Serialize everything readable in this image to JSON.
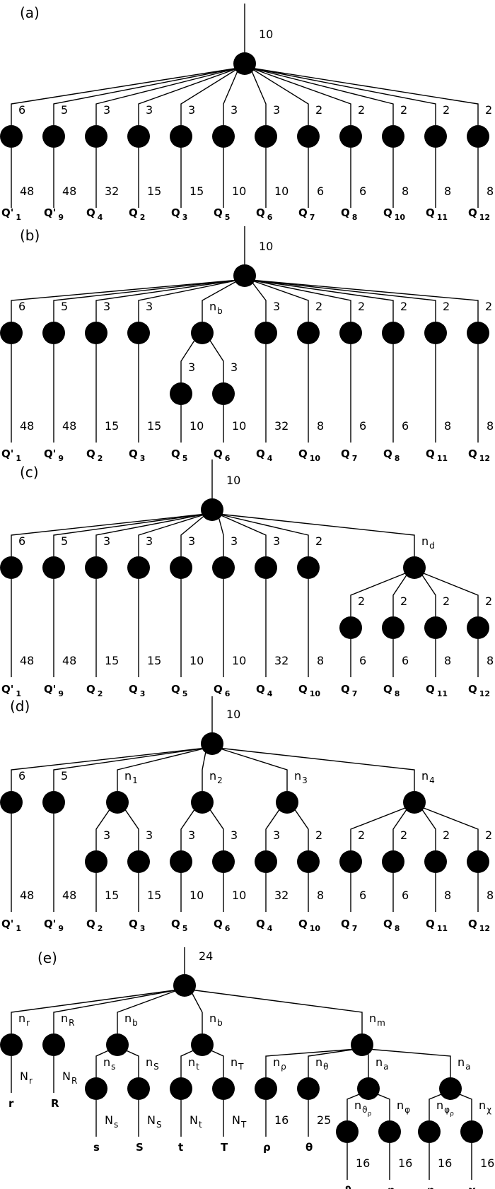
{
  "panels": [
    {
      "id": "a",
      "label": "(a)",
      "root_label": "10",
      "children": [
        {
          "edge": "6",
          "leaf": {
            "edge": "48",
            "base": "Q'",
            "sub": "1"
          }
        },
        {
          "edge": "5",
          "leaf": {
            "edge": "48",
            "base": "Q'",
            "sub": "9"
          }
        },
        {
          "edge": "3",
          "leaf": {
            "edge": "32",
            "base": "Q",
            "sub": "4"
          }
        },
        {
          "edge": "3",
          "leaf": {
            "edge": "15",
            "base": "Q",
            "sub": "2"
          }
        },
        {
          "edge": "3",
          "leaf": {
            "edge": "15",
            "base": "Q",
            "sub": "3"
          }
        },
        {
          "edge": "3",
          "leaf": {
            "edge": "10",
            "base": "Q",
            "sub": "5"
          }
        },
        {
          "edge": "3",
          "leaf": {
            "edge": "10",
            "base": "Q",
            "sub": "6"
          }
        },
        {
          "edge": "2",
          "leaf": {
            "edge": "6",
            "base": "Q",
            "sub": "7"
          }
        },
        {
          "edge": "2",
          "leaf": {
            "edge": "6",
            "base": "Q",
            "sub": "8"
          }
        },
        {
          "edge": "2",
          "leaf": {
            "edge": "8",
            "base": "Q",
            "sub": "10"
          }
        },
        {
          "edge": "2",
          "leaf": {
            "edge": "8",
            "base": "Q",
            "sub": "11"
          }
        },
        {
          "edge": "2",
          "leaf": {
            "edge": "8",
            "base": "Q",
            "sub": "12"
          }
        }
      ]
    },
    {
      "id": "b",
      "label": "(b)",
      "root_label": "10",
      "children": [
        {
          "edge": "6",
          "leaf": {
            "edge": "48",
            "base": "Q'",
            "sub": "1"
          }
        },
        {
          "edge": "5",
          "leaf": {
            "edge": "48",
            "base": "Q'",
            "sub": "9"
          }
        },
        {
          "edge": "3",
          "leaf": {
            "edge": "15",
            "base": "Q",
            "sub": "2"
          }
        },
        {
          "edge": "3",
          "leaf": {
            "edge": "15",
            "base": "Q",
            "sub": "3"
          }
        },
        {
          "edge": "n",
          "edge_sub": "b",
          "children": [
            {
              "edge": "3",
              "leaf": {
                "edge": "10",
                "base": "Q",
                "sub": "5"
              }
            },
            {
              "edge": "3",
              "leaf": {
                "edge": "10",
                "base": "Q",
                "sub": "6"
              }
            }
          ]
        },
        {
          "edge": "3",
          "leaf": {
            "edge": "32",
            "base": "Q",
            "sub": "4"
          }
        },
        {
          "edge": "2",
          "leaf": {
            "edge": "8",
            "base": "Q",
            "sub": "10"
          }
        },
        {
          "edge": "2",
          "leaf": {
            "edge": "6",
            "base": "Q",
            "sub": "7"
          }
        },
        {
          "edge": "2",
          "leaf": {
            "edge": "6",
            "base": "Q",
            "sub": "8"
          }
        },
        {
          "edge": "2",
          "leaf": {
            "edge": "8",
            "base": "Q",
            "sub": "11"
          }
        },
        {
          "edge": "2",
          "leaf": {
            "edge": "8",
            "base": "Q",
            "sub": "12"
          }
        }
      ]
    },
    {
      "id": "c",
      "label": "(c)",
      "root_label": "10",
      "children": [
        {
          "edge": "6",
          "leaf": {
            "edge": "48",
            "base": "Q'",
            "sub": "1"
          }
        },
        {
          "edge": "5",
          "leaf": {
            "edge": "48",
            "base": "Q'",
            "sub": "9"
          }
        },
        {
          "edge": "3",
          "leaf": {
            "edge": "15",
            "base": "Q",
            "sub": "2"
          }
        },
        {
          "edge": "3",
          "leaf": {
            "edge": "15",
            "base": "Q",
            "sub": "3"
          }
        },
        {
          "edge": "3",
          "leaf": {
            "edge": "10",
            "base": "Q",
            "sub": "5"
          }
        },
        {
          "edge": "3",
          "leaf": {
            "edge": "10",
            "base": "Q",
            "sub": "6"
          }
        },
        {
          "edge": "3",
          "leaf": {
            "edge": "32",
            "base": "Q",
            "sub": "4"
          }
        },
        {
          "edge": "2",
          "leaf": {
            "edge": "8",
            "base": "Q",
            "sub": "10"
          }
        },
        {
          "edge": "n",
          "edge_sub": "d",
          "children": [
            {
              "edge": "2",
              "leaf": {
                "edge": "6",
                "base": "Q",
                "sub": "7"
              }
            },
            {
              "edge": "2",
              "leaf": {
                "edge": "6",
                "base": "Q",
                "sub": "8"
              }
            },
            {
              "edge": "2",
              "leaf": {
                "edge": "8",
                "base": "Q",
                "sub": "11"
              }
            },
            {
              "edge": "2",
              "leaf": {
                "edge": "8",
                "base": "Q",
                "sub": "12"
              }
            }
          ]
        }
      ]
    },
    {
      "id": "d",
      "label": "(d)",
      "root_label": "10",
      "children": [
        {
          "edge": "6",
          "leaf": {
            "edge": "48",
            "base": "Q'",
            "sub": "1"
          }
        },
        {
          "edge": "5",
          "leaf": {
            "edge": "48",
            "base": "Q'",
            "sub": "9"
          }
        },
        {
          "edge": "n",
          "edge_sub": "1",
          "children": [
            {
              "edge": "3",
              "leaf": {
                "edge": "15",
                "base": "Q",
                "sub": "2"
              }
            },
            {
              "edge": "3",
              "leaf": {
                "edge": "15",
                "base": "Q",
                "sub": "3"
              }
            }
          ]
        },
        {
          "edge": "n",
          "edge_sub": "2",
          "children": [
            {
              "edge": "3",
              "leaf": {
                "edge": "10",
                "base": "Q",
                "sub": "5"
              }
            },
            {
              "edge": "3",
              "leaf": {
                "edge": "10",
                "base": "Q",
                "sub": "6"
              }
            }
          ]
        },
        {
          "edge": "n",
          "edge_sub": "3",
          "children": [
            {
              "edge": "3",
              "leaf": {
                "edge": "32",
                "base": "Q",
                "sub": "4"
              }
            },
            {
              "edge": "2",
              "leaf": {
                "edge": "8",
                "base": "Q",
                "sub": "10"
              }
            }
          ]
        },
        {
          "edge": "n",
          "edge_sub": "4",
          "children": [
            {
              "edge": "2",
              "leaf": {
                "edge": "6",
                "base": "Q",
                "sub": "7"
              }
            },
            {
              "edge": "2",
              "leaf": {
                "edge": "6",
                "base": "Q",
                "sub": "8"
              }
            },
            {
              "edge": "2",
              "leaf": {
                "edge": "8",
                "base": "Q",
                "sub": "11"
              }
            },
            {
              "edge": "2",
              "leaf": {
                "edge": "8",
                "base": "Q",
                "sub": "12"
              }
            }
          ]
        }
      ]
    },
    {
      "id": "e",
      "label": "(e)",
      "root_label": "24",
      "children": [
        {
          "edge": "n",
          "edge_sub": "r",
          "leaf": {
            "edge": "N",
            "edge_sub": "r",
            "base": "r",
            "sub": ""
          }
        },
        {
          "edge": "n",
          "edge_sub": "R",
          "leaf": {
            "edge": "N",
            "edge_sub": "R",
            "base": "R",
            "sub": ""
          }
        },
        {
          "edge": "n",
          "edge_sub": "b",
          "children": [
            {
              "edge": "n",
              "edge_sub": "s",
              "leaf": {
                "edge": "N",
                "edge_sub": "s",
                "base": "s",
                "sub": ""
              }
            },
            {
              "edge": "n",
              "edge_sub": "S",
              "leaf": {
                "edge": "N",
                "edge_sub": "S",
                "base": "S",
                "sub": ""
              }
            }
          ]
        },
        {
          "edge": "n",
          "edge_sub": "b",
          "children": [
            {
              "edge": "n",
              "edge_sub": "t",
              "leaf": {
                "edge": "N",
                "edge_sub": "t",
                "base": "t",
                "sub": ""
              }
            },
            {
              "edge": "n",
              "edge_sub": "T",
              "leaf": {
                "edge": "N",
                "edge_sub": "T",
                "base": "T",
                "sub": ""
              }
            }
          ]
        },
        {
          "edge": "n",
          "edge_sub": "m",
          "children": [
            {
              "edge": "n",
              "edge_sub": "ρ",
              "leaf": {
                "edge": "16",
                "base": "ρ",
                "sub": ""
              }
            },
            {
              "edge": "n",
              "edge_sub": "θ",
              "leaf": {
                "edge": "25",
                "base": "θ",
                "sub": ""
              }
            },
            {
              "edge": "n",
              "edge_sub": "a",
              "children": [
                {
                  "edge": "n",
                  "edge_sub": "ϑ",
                  "edge_sub2": "ρ",
                  "leaf": {
                    "edge": "16",
                    "base": "ϑ",
                    "sub": "ρ"
                  }
                },
                {
                  "edge": "n",
                  "edge_sub": "φ",
                  "leaf": {
                    "edge": "16",
                    "base": "φ",
                    "sub": ""
                  }
                }
              ]
            },
            {
              "edge": "n",
              "edge_sub": "a",
              "children": [
                {
                  "edge": "n",
                  "edge_sub": "φ",
                  "edge_sub2": "ρ",
                  "leaf": {
                    "edge": "16",
                    "base": "φ",
                    "sub": "ρ"
                  }
                },
                {
                  "edge": "n",
                  "edge_sub": "χ",
                  "leaf": {
                    "edge": "16",
                    "base": "χ",
                    "sub": ""
                  }
                }
              ]
            }
          ]
        }
      ]
    }
  ]
}
